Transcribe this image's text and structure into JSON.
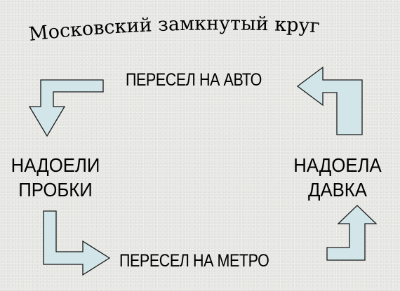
{
  "title": "Московский замкнутый круг",
  "cycle": {
    "top": "ПЕРЕСЕЛ НА АВТО",
    "right_line1": "НАДОЕЛА",
    "right_line2": "ДАВКА",
    "bottom": "ПЕРЕСЕЛ НА МЕТРО",
    "left_line1": "НАДОЕЛИ",
    "left_line2": "ПРОБКИ"
  },
  "colors": {
    "arrow_fill": "#d2e6ea",
    "arrow_outline": "#1a1a1a",
    "background": "#e9e9e6",
    "text": "#000000"
  },
  "icons": [
    "bent-arrow-down-icon",
    "bent-arrow-left-icon",
    "bent-arrow-right-icon",
    "bent-arrow-up-icon"
  ]
}
